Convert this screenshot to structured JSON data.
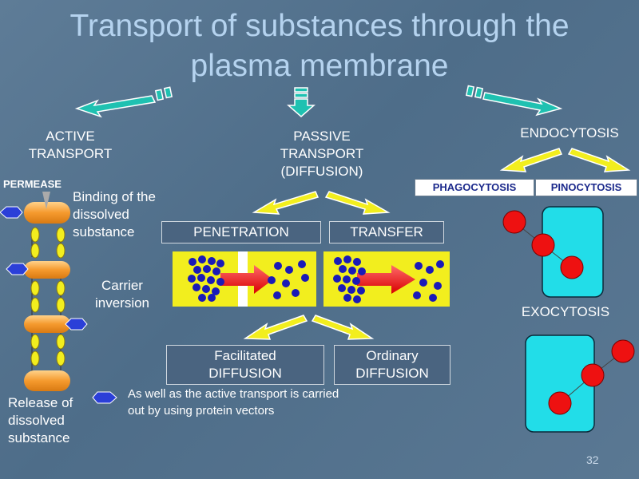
{
  "title": "Transport of substances through the plasma membrane",
  "categories": {
    "active": "ACTIVE TRANSPORT",
    "passive": "PASSIVE TRANSPORT (DIFFUSION)",
    "endocytosis": "ENDOCYTOSIS"
  },
  "passive": {
    "penetration": "PENETRATION",
    "transfer": "TRANSFER",
    "facilitated_line1": "Facilitated",
    "facilitated_line2": "DIFFUSION",
    "ordinary_line1": "Ordinary",
    "ordinary_line2": "DIFFUSION"
  },
  "active": {
    "permease": "PERMEASE",
    "binding": "Binding of the dissolved substance",
    "carrier": "Carrier inversion",
    "release": "Release of dissolved substance",
    "note": "As well as the active transport is carried out by using protein vectors"
  },
  "endo": {
    "phagocytosis": "PHAGOCYTOSIS",
    "pinocytosis": "PINOCYTOSIS",
    "exocytosis": "EXOCYTOSIS"
  },
  "page_number": "32",
  "colors": {
    "title": "#b5d3ef",
    "yellow": "#f2ee1e",
    "orange": "#f7a93a",
    "blue_dot": "#1a1ab8",
    "red": "#ee1111",
    "cyan": "#22dde8",
    "teal_arrow": "#1fb5a8"
  }
}
